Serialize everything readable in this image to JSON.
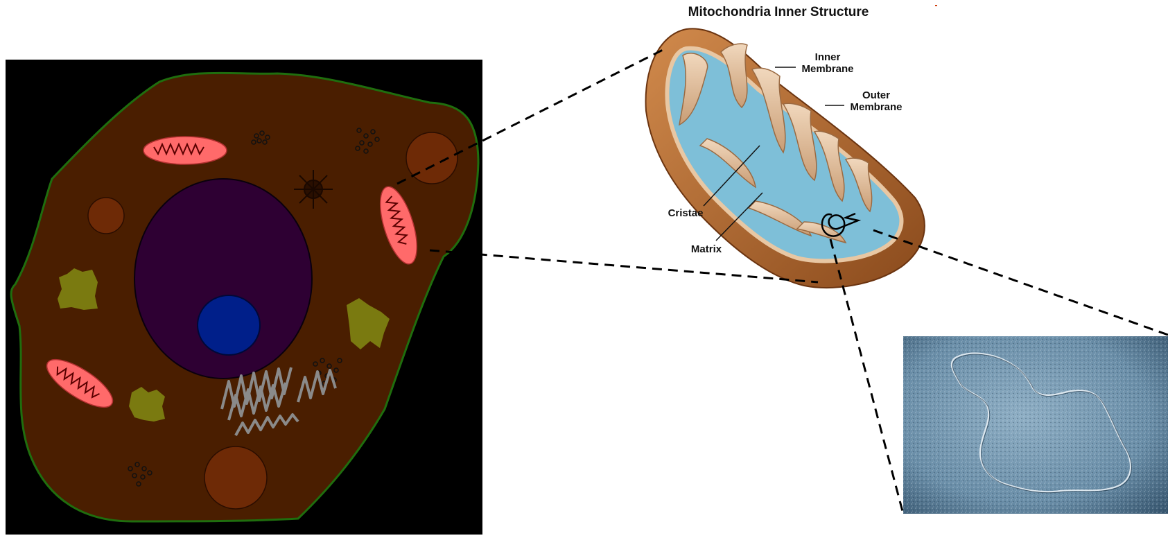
{
  "diagram": {
    "title": "Mitochondria Inner Structure",
    "labels": {
      "inner_line1": "Inner",
      "inner_line2": "Membrane",
      "outer_line1": "Outer",
      "outer_line2": "Membrane",
      "cristae": "Cristae",
      "matrix": "Matrix"
    }
  },
  "colors": {
    "cell_background": "#000000",
    "cytoplasm": "#4a1e00",
    "cell_membrane": "#1f6e0e",
    "nucleus": "#2e0033",
    "nucleolus": "#001f8a",
    "mitochondrion": "#ff6a6a",
    "vacuole": "#6e2a06",
    "chloroplast_like": "#7a7a10",
    "golgi": "#7a7a7a",
    "mito_outer": "#b8692e",
    "mito_matrix": "#7ebfd8",
    "mito_inner": "#e8c7a3",
    "micrograph": "#5d7f9a"
  },
  "icons": [
    "cell-diagram",
    "mitochondrion-illustration",
    "dna-micrograph",
    "zoom-lines"
  ]
}
